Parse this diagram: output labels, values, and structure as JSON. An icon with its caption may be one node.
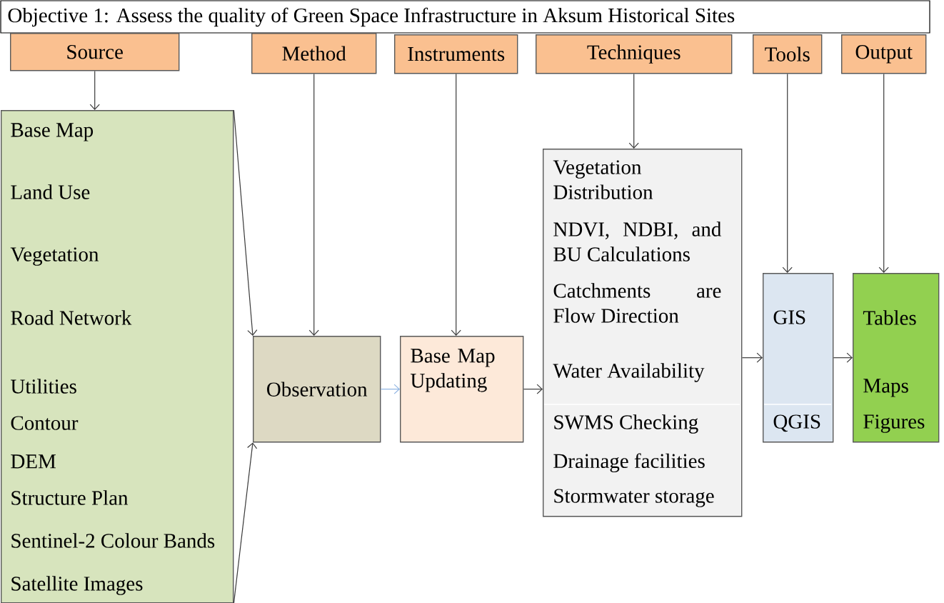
{
  "diagram": {
    "title": "Objective 1: Assess the quality of Green Space Infrastructure in Aksum Historical Sites",
    "nodes": [
      {
        "text": [
          "Source"
        ]
      },
      {
        "text": [
          "Method"
        ]
      },
      {
        "text": [
          "Instruments"
        ]
      },
      {
        "text": [
          "Techniques"
        ]
      },
      {
        "text": [
          "Tools"
        ]
      },
      {
        "text": [
          "Output"
        ]
      },
      {
        "text": [
          "Base Map",
          "Land Use",
          "Vegetation",
          "Road Network",
          "Utilities",
          "Contour",
          "DEM",
          "Structure Plan",
          "Sentinel-2 Colour Bands",
          "Satellite Images"
        ]
      },
      {
        "text": [
          "Observation"
        ]
      },
      {
        "text": [
          "Base Map Updating"
        ]
      },
      {
        "text": [
          "Vegetation Distribution",
          "NDVI, NDBI, and BU Calculations",
          "Catchments are Flow Direction",
          "Water Availability",
          "SWMS Checking",
          "Drainage facilities",
          "Stormwater storage"
        ]
      },
      {
        "text": [
          "GIS",
          "QGIS"
        ]
      },
      {
        "text": [
          "Tables",
          "Maps",
          "Figures"
        ]
      }
    ],
    "edges": [
      {
        "from": 0,
        "to": 6,
        "arrow": "to"
      },
      {
        "from": 1,
        "to": 7,
        "arrow": "to"
      },
      {
        "from": 2,
        "to": 8,
        "arrow": "to"
      },
      {
        "from": 3,
        "to": 9,
        "arrow": "to"
      },
      {
        "from": 4,
        "to": 10,
        "arrow": "to"
      },
      {
        "from": 5,
        "to": 11,
        "arrow": "to"
      },
      {
        "from": 6,
        "to": 7,
        "arrow": "to"
      },
      {
        "from": 6,
        "to": 7,
        "arrow": "to"
      },
      {
        "from": 7,
        "to": 8,
        "arrow": "to",
        "color": "#8db3e2"
      },
      {
        "from": 8,
        "to": 9,
        "arrow": "to"
      },
      {
        "from": 9,
        "to": 10,
        "arrow": "to"
      },
      {
        "from": 10,
        "to": 11,
        "arrow": "to"
      }
    ]
  }
}
